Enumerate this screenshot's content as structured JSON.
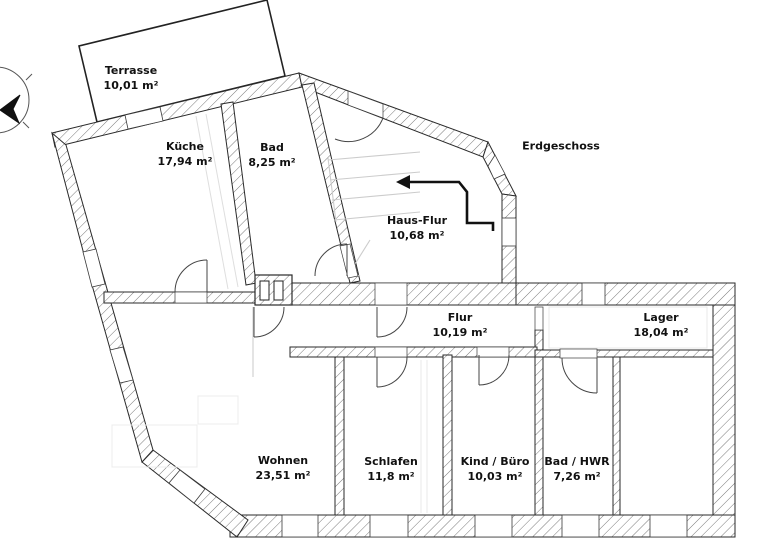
{
  "plan": {
    "floor_label": "Erdgeschoss",
    "rooms": [
      {
        "id": "terrasse",
        "name": "Terrasse",
        "area": "10,01 m²"
      },
      {
        "id": "kueche",
        "name": "Küche",
        "area": "17,94 m²"
      },
      {
        "id": "bad",
        "name": "Bad",
        "area": "8,25 m²"
      },
      {
        "id": "hausflur",
        "name": "Haus-Flur",
        "area": "10,68 m²"
      },
      {
        "id": "flur",
        "name": "Flur",
        "area": "10,19 m²"
      },
      {
        "id": "lager",
        "name": "Lager",
        "area": "18,04 m²"
      },
      {
        "id": "wohnen",
        "name": "Wohnen",
        "area": "23,51 m²"
      },
      {
        "id": "schlafen",
        "name": "Schlafen",
        "area": "11,8 m²"
      },
      {
        "id": "kind_buero",
        "name": "Kind / Büro",
        "area": "10,03 m²"
      },
      {
        "id": "bad_hwr",
        "name": "Bad / HWR",
        "area": "7,26 m²"
      }
    ],
    "icons": {
      "north_arrow": "north-arrow-icon",
      "entrance_arrow": "entrance-arrow-icon"
    },
    "colors": {
      "background": "#ffffff",
      "wall_outline": "#2a2a2a",
      "hatch_line": "#7a7a7a",
      "text": "#111111",
      "detail_gray": "#cccccc"
    }
  }
}
